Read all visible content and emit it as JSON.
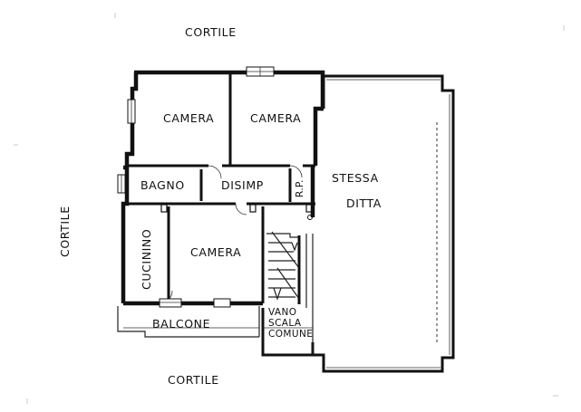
{
  "surroundings": {
    "top": "CORTILE",
    "left": "CORTILE",
    "bottom": "CORTILE"
  },
  "rooms": {
    "camera_top_left": "CAMERA",
    "camera_top_right": "CAMERA",
    "bagno": "BAGNO",
    "disimp": "DISIMP",
    "rp": "R.P.",
    "cucinino": "CUCININO",
    "camera_bottom": "CAMERA",
    "balcone": "BALCONE"
  },
  "neighbor": {
    "line1": "STESSA",
    "line2": "DITTA"
  },
  "stairwell": {
    "line1": "VANO",
    "line2": "SCALA",
    "line3": "COMUNE"
  }
}
